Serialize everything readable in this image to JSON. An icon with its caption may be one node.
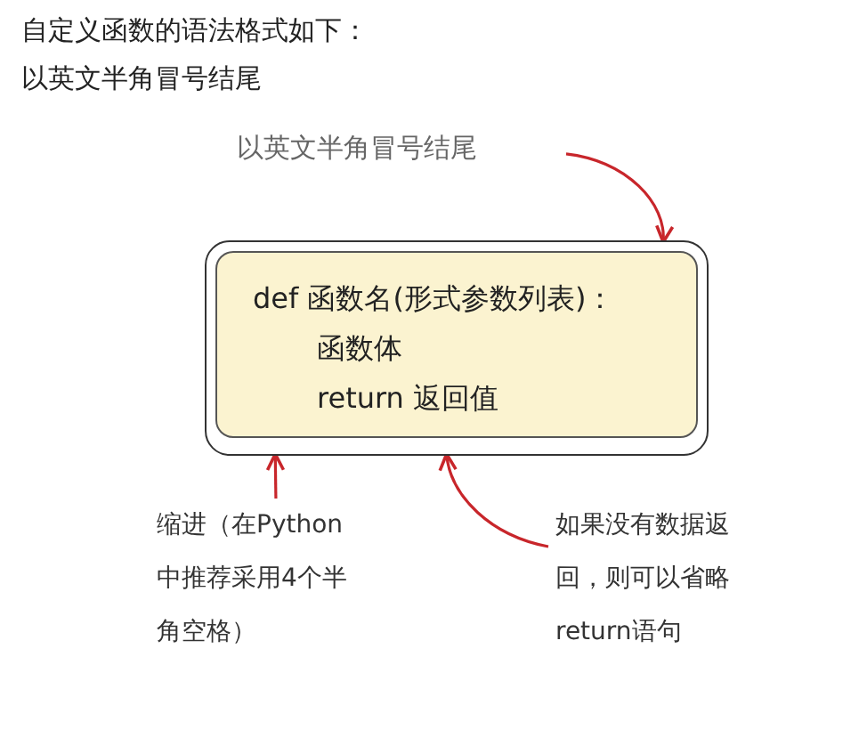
{
  "diagram": {
    "nodes": [
      {
        "text": [
          "以英文半角冒号结尾"
        ]
      },
      {
        "text": [
          "def 函数名(形式参数列表)：",
          "函数体",
          "return 返回值"
        ]
      },
      {
        "text": [
          "缩进（在Python中推荐采用4个半角空格）"
        ]
      },
      {
        "text": [
          "如果没有数据返回，则可以省略return语句"
        ]
      }
    ],
    "edges": [
      {
        "from": 0,
        "to": 1,
        "arrow": "to"
      },
      {
        "from": 2,
        "to": 1,
        "arrow": "to"
      },
      {
        "from": 3,
        "to": 1,
        "arrow": "to"
      }
    ],
    "labels": [
      "自定义函数的语法格式如下：",
      "以英文半角冒号结尾"
    ]
  }
}
